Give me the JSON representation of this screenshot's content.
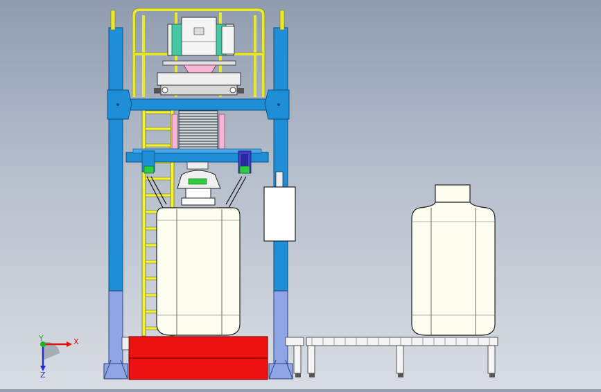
{
  "viewport": {
    "background_top": "#8f9cb0",
    "background_bottom": "#d9dde3"
  },
  "colors": {
    "frame_blue": "#1e8fd6",
    "frame_blue_dark": "#0f5f9a",
    "frame_light": "#8fa6e6",
    "rail_yellow": "#f2f23a",
    "rail_outline": "#7a7a10",
    "bag_fill": "#fdfdf0",
    "bag_stroke": "#222222",
    "pallet_red": "#ee1111",
    "conveyor_white": "#f4f4f4",
    "hopper_pink": "#f5b5d5",
    "cabinet_white": "#ffffff",
    "green_part": "#2ecc40",
    "magenta_part": "#c020c0"
  },
  "triad": {
    "x_label": "X",
    "y_label": "Y",
    "z_label": "Z",
    "x_color": "#e01010",
    "y_color": "#20b020",
    "z_color": "#2030d0"
  },
  "icons": {
    "triad": "coordinate-triad-icon"
  }
}
